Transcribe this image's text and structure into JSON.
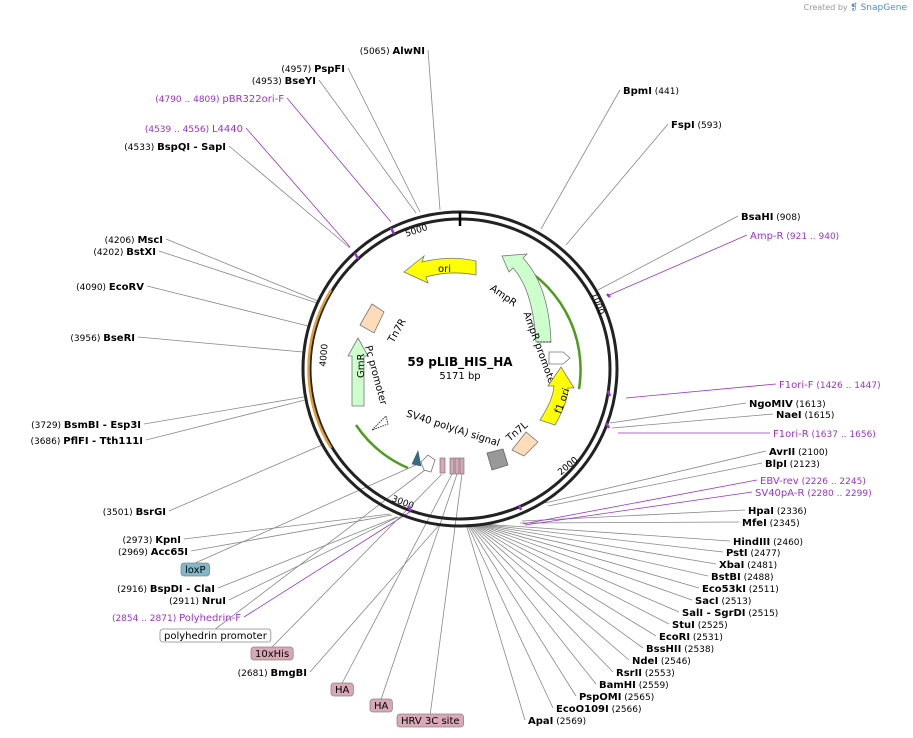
{
  "credit": {
    "prefix": "Created by",
    "brand": "SnapGene"
  },
  "plasmid": {
    "name": "59 pLIB_HIS_HA",
    "length": "5171 bp"
  },
  "ticks": [
    "1000",
    "2000",
    "3000",
    "4000",
    "5000"
  ],
  "features": {
    "ori": "ori",
    "ampr": "AmpR",
    "ampr_promoter": "AmpR promoter",
    "f1ori": "f1 ori",
    "tn7r": "Tn7R",
    "tn7l": "Tn7L",
    "pc_promoter": "Pc promoter",
    "gmr": "GmR",
    "sv40": "SV40 poly(A) signal"
  },
  "enzymes_right": [
    {
      "name": "BpmI",
      "pos": "(441)"
    },
    {
      "name": "FspI",
      "pos": "(593)"
    },
    {
      "name": "BsaHI",
      "pos": "(908)"
    },
    {
      "name": "NgoMIV",
      "pos": "(1613)"
    },
    {
      "name": "NaeI",
      "pos": "(1615)"
    },
    {
      "name": "AvrII",
      "pos": "(2100)"
    },
    {
      "name": "BlpI",
      "pos": "(2123)"
    },
    {
      "name": "HpaI",
      "pos": "(2336)"
    },
    {
      "name": "MfeI",
      "pos": "(2345)"
    },
    {
      "name": "HindIII",
      "pos": "(2460)"
    },
    {
      "name": "PstI",
      "pos": "(2477)"
    },
    {
      "name": "XbaI",
      "pos": "(2481)"
    },
    {
      "name": "BstBI",
      "pos": "(2488)"
    },
    {
      "name": "Eco53kI",
      "pos": "(2511)"
    },
    {
      "name": "SacI",
      "pos": "(2513)"
    },
    {
      "name": "SalI  - SgrDI",
      "pos": "(2515)"
    },
    {
      "name": "StuI",
      "pos": "(2525)"
    },
    {
      "name": "EcoRI",
      "pos": "(2531)"
    },
    {
      "name": "BssHII",
      "pos": "(2538)"
    },
    {
      "name": "NdeI",
      "pos": "(2546)"
    },
    {
      "name": "RsrII",
      "pos": "(2553)"
    },
    {
      "name": "BamHI",
      "pos": "(2559)"
    },
    {
      "name": "PspOMI",
      "pos": "(2565)"
    },
    {
      "name": "EcoO109I",
      "pos": "(2566)"
    },
    {
      "name": "ApaI",
      "pos": "(2569)"
    }
  ],
  "primers_right": [
    {
      "name": "Amp-R",
      "range": "(921 .. 940)"
    },
    {
      "name": "F1ori-F",
      "range": "(1426 .. 1447)"
    },
    {
      "name": "F1ori-R",
      "range": "(1637 .. 1656)"
    },
    {
      "name": "EBV-rev",
      "range": "(2226 .. 2245)"
    },
    {
      "name": "SV40pA-R",
      "range": "(2280 .. 2299)"
    }
  ],
  "enzymes_left": [
    {
      "name": "AlwNI",
      "pos": "(5065)"
    },
    {
      "name": "PspFI",
      "pos": "(4957)"
    },
    {
      "name": "BseYI",
      "pos": "(4953)"
    },
    {
      "name": "BspQI   - SapI",
      "pos": "(4533)"
    },
    {
      "name": "MscI",
      "pos": "(4206)"
    },
    {
      "name": "BstXI",
      "pos": "(4202)"
    },
    {
      "name": "EcoRV",
      "pos": "(4090)"
    },
    {
      "name": "BseRI",
      "pos": "(3956)"
    },
    {
      "name": "BsmBI   - Esp3I",
      "pos": "(3729)"
    },
    {
      "name": "PflFI   - Tth111I",
      "pos": "(3686)"
    },
    {
      "name": "BsrGI",
      "pos": "(3501)"
    },
    {
      "name": "KpnI",
      "pos": "(2973)"
    },
    {
      "name": "Acc65I",
      "pos": "(2969)"
    },
    {
      "name": "BspDI   - ClaI",
      "pos": "(2916)"
    },
    {
      "name": "NruI",
      "pos": "(2911)"
    },
    {
      "name": "BmgBI",
      "pos": "(2681)"
    }
  ],
  "primers_left": [
    {
      "name": "pBR322ori-F",
      "range": "(4790 .. 4809)"
    },
    {
      "name": "L4440",
      "range": "(4539 .. 4556)"
    },
    {
      "name": "Polyhedrin-F",
      "range": "(2854 .. 2871)"
    }
  ],
  "boxes": [
    {
      "name": "loxP",
      "fill": "#7fb8c9"
    },
    {
      "name": "polyhedrin promoter",
      "fill": "#ffffff"
    },
    {
      "name": "10xHis",
      "fill": "#d9a7b5"
    },
    {
      "name": "HA",
      "fill": "#d9a7b5"
    },
    {
      "name": "HA",
      "fill": "#d9a7b5"
    },
    {
      "name": "HRV 3C site",
      "fill": "#d9a7b5"
    }
  ],
  "colors": {
    "ori": "#ffff00",
    "ampr": "#ccffcc",
    "f1ori": "#ffff00",
    "tn7": "#ffdcb9",
    "gmr": "#ccffcc",
    "primer": "#9933cc",
    "green_arc": "#4c9e1a",
    "orange_arc": "#e0a030"
  }
}
